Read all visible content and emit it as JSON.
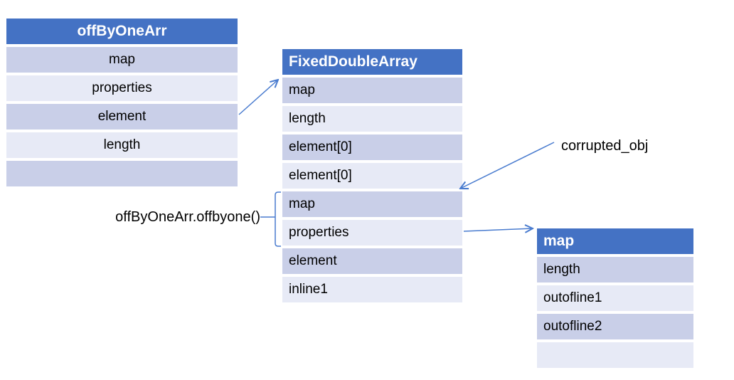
{
  "diagram": {
    "tables": [
      {
        "title": "offByOneArr",
        "rows": [
          "map",
          "properties",
          "element",
          "length",
          ""
        ]
      },
      {
        "title": "FixedDoubleArray",
        "rows": [
          "map",
          "length",
          "element[0]",
          "element[0]",
          "map",
          "properties",
          "element",
          "inline1"
        ]
      },
      {
        "title": "map",
        "rows": [
          "length",
          "outofline1",
          "outofline2",
          ""
        ]
      }
    ],
    "labels": {
      "offbyone_call": "offByOneArr.offbyone()",
      "corrupted_obj": "corrupted_obj"
    },
    "colors": {
      "header-bg": "#4472C4",
      "header-text": "#FFFFFF",
      "row-dark": "#C9CFE8",
      "row-light": "#E7EAF6",
      "row-text": "#000000",
      "arrow": "#4A7CCF"
    }
  }
}
